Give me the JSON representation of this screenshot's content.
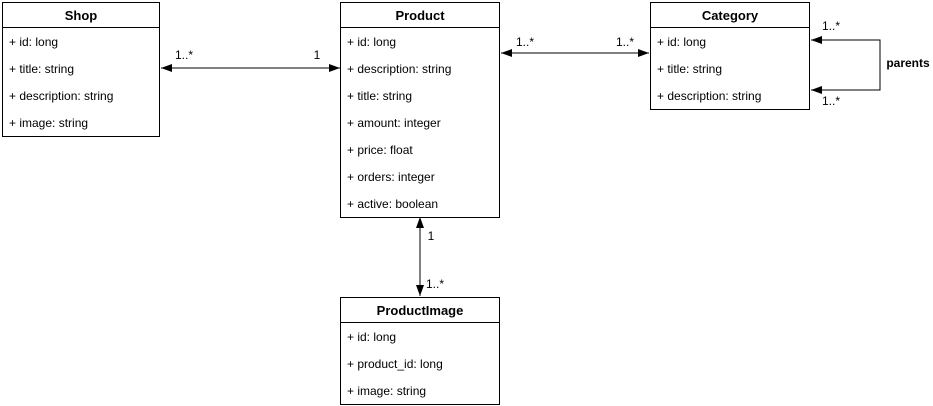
{
  "diagram": {
    "type": "uml-class-diagram",
    "colors": {
      "line": "#000000",
      "text": "#000000",
      "background": "#ffffff"
    },
    "classes": [
      {
        "name": "Shop",
        "attributes": [
          "+ id: long",
          "+ title: string",
          "+ description: string",
          "+ image: string"
        ]
      },
      {
        "name": "Product",
        "attributes": [
          "+ id: long",
          "+ description: string",
          "+ title: string",
          "+ amount: integer",
          "+ price: float",
          "+ orders: integer",
          "+ active: boolean"
        ]
      },
      {
        "name": "Category",
        "attributes": [
          "+ id: long",
          "+ title: string",
          "+ description: string"
        ]
      },
      {
        "name": "ProductImage",
        "attributes": [
          "+ id: long",
          "+ product_id: long",
          "+ image: string"
        ]
      }
    ],
    "relations": {
      "shop_product": {
        "source": "Shop",
        "target": "Product",
        "source_label": "1..*",
        "target_label": "1"
      },
      "product_category": {
        "source": "Product",
        "target": "Category",
        "source_label": "1..*",
        "target_label": "1..*"
      },
      "product_productimage": {
        "source": "Product",
        "target": "ProductImage",
        "source_label": "1",
        "target_label": "1..*"
      },
      "category_parents": {
        "source": "Category",
        "target": "Category",
        "name": "parents",
        "source_label": "1..*",
        "target_label": "1..*"
      }
    }
  }
}
